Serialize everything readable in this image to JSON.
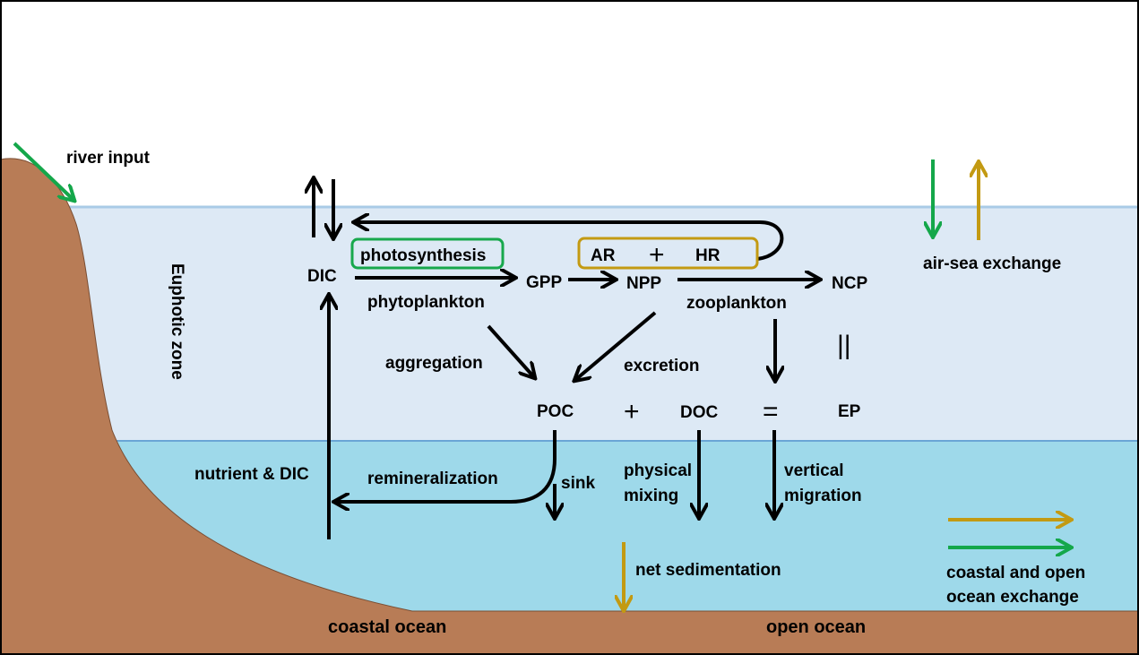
{
  "colors": {
    "land": "#b87c56",
    "euphotic_water": "#dde9f5",
    "deep_water": "#9ed9ea",
    "surface_line": "#a9cbe6",
    "layer_line": "#6aa6d6",
    "arrow_black": "#000000",
    "arrow_green": "#14a74a",
    "arrow_gold": "#c39a12",
    "box_green": "#17a84c",
    "box_gold": "#c39a12"
  },
  "labels": {
    "river_input": "river input",
    "euphotic_zone": "Euphotic zone",
    "dic": "DIC",
    "photosynthesis": "photosynthesis",
    "phytoplankton": "phytoplankton",
    "gpp": "GPP",
    "npp": "NPP",
    "ar": "AR",
    "plus": "+",
    "hr": "HR",
    "ncp": "NCP",
    "zooplankton": "zooplankton",
    "air_sea_exchange": "air-sea exchange",
    "aggregation": "aggregation",
    "excretion": "excretion",
    "equals_vertical": "||",
    "poc": "POC",
    "doc": "DOC",
    "equals": "=",
    "ep": "EP",
    "nutrient_dic": "nutrient & DIC",
    "remineralization": "remineralization",
    "sink": "sink",
    "physical": "physical",
    "mixing": "mixing",
    "vertical": "vertical",
    "migration": "migration",
    "net_sedimentation": "net sedimentation",
    "coastal_open_line1": "coastal and open",
    "coastal_open_line2": "ocean exchange",
    "coastal_ocean": "coastal ocean",
    "open_ocean": "open ocean"
  }
}
